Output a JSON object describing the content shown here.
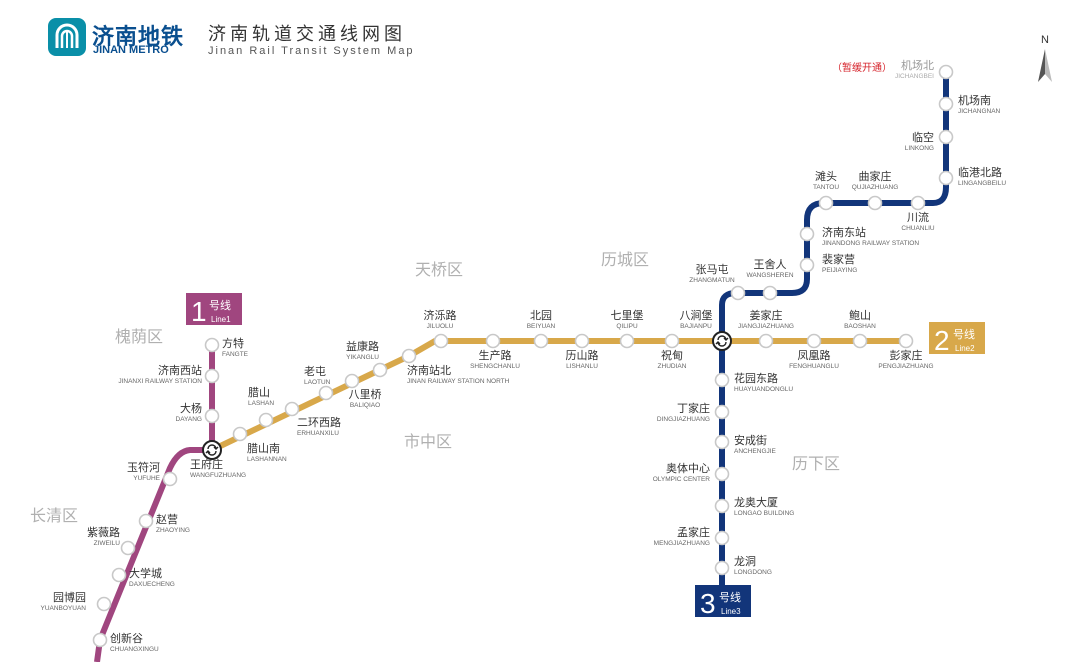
{
  "header": {
    "logo_cn": "济南地铁",
    "logo_en": "JINAN METRO",
    "title_cn": "济南轨道交通线网图",
    "title_en": "Jinan Rail Transit System Map",
    "compass": "N"
  },
  "colors": {
    "line1": "#a0467f",
    "line2": "#d8a84a",
    "line3": "#12357a",
    "district": "#b0b0b0",
    "suspended": "#d6242c"
  },
  "districts": [
    "槐荫区",
    "天桥区",
    "历城区",
    "市中区",
    "长清区",
    "历下区"
  ],
  "line_badges": [
    {
      "num": "1",
      "cn": "号线",
      "en": "Line1"
    },
    {
      "num": "2",
      "cn": "号线",
      "en": "Line2"
    },
    {
      "num": "3",
      "cn": "号线",
      "en": "Line3"
    }
  ],
  "suspended_note": "（暂缓开通）",
  "interchange_icon": "interchange-icon",
  "stations": [
    {
      "cn": "方特",
      "en": "FANGTE"
    },
    {
      "cn": "济南西站",
      "en": "JINANXI RAILWAY STATION"
    },
    {
      "cn": "大杨",
      "en": "DAYANG"
    },
    {
      "cn": "王府庄",
      "en": "WANGFUZHUANG"
    },
    {
      "cn": "玉符河",
      "en": "YUFUHE"
    },
    {
      "cn": "赵营",
      "en": "ZHAOYING"
    },
    {
      "cn": "紫薇路",
      "en": "ZIWEILU"
    },
    {
      "cn": "大学城",
      "en": "DAXUECHENG"
    },
    {
      "cn": "园博园",
      "en": "YUANBOYUAN"
    },
    {
      "cn": "创新谷",
      "en": "CHUANGXINGU"
    },
    {
      "cn": "腊山南",
      "en": "LASHANNAN"
    },
    {
      "cn": "腊山",
      "en": "LASHAN"
    },
    {
      "cn": "二环西路",
      "en": "ERHUANXILU"
    },
    {
      "cn": "老屯",
      "en": "LAOTUN"
    },
    {
      "cn": "八里桥",
      "en": "BALIQIAO"
    },
    {
      "cn": "益康路",
      "en": "YIKANGLU"
    },
    {
      "cn": "济南站北",
      "en": "JINAN RAILWAY STATION NORTH"
    },
    {
      "cn": "济泺路",
      "en": "JILUOLU"
    },
    {
      "cn": "生产路",
      "en": "SHENGCHANLU"
    },
    {
      "cn": "北园",
      "en": "BEIYUAN"
    },
    {
      "cn": "历山路",
      "en": "LISHANLU"
    },
    {
      "cn": "七里堡",
      "en": "QILIPU"
    },
    {
      "cn": "祝甸",
      "en": "ZHUDIAN"
    },
    {
      "cn": "八涧堡",
      "en": "BAJIANPU"
    },
    {
      "cn": "姜家庄",
      "en": "JIANGJIAZHUANG"
    },
    {
      "cn": "凤凰路",
      "en": "FENGHUANGLU"
    },
    {
      "cn": "鲍山",
      "en": "BAOSHAN"
    },
    {
      "cn": "彭家庄",
      "en": "PENGJIAZHUANG"
    },
    {
      "cn": "张马屯",
      "en": "ZHANGMATUN"
    },
    {
      "cn": "王舍人",
      "en": "WANGSHEREN"
    },
    {
      "cn": "裴家营",
      "en": "PEIJIAYING"
    },
    {
      "cn": "济南东站",
      "en": "JINANDONG RAILWAY STATION"
    },
    {
      "cn": "滩头",
      "en": "TANTOU"
    },
    {
      "cn": "曲家庄",
      "en": "QUJIAZHUANG"
    },
    {
      "cn": "川流",
      "en": "CHUANLIU"
    },
    {
      "cn": "临港北路",
      "en": "LINGANGBEILU"
    },
    {
      "cn": "临空",
      "en": "LINKONG"
    },
    {
      "cn": "机场南",
      "en": "JICHANGNAN"
    },
    {
      "cn": "机场北",
      "en": "JICHANGBEI"
    },
    {
      "cn": "花园东路",
      "en": "HUAYUANDONGLU"
    },
    {
      "cn": "丁家庄",
      "en": "DINGJIAZHUANG"
    },
    {
      "cn": "安成街",
      "en": "ANCHENGJIE"
    },
    {
      "cn": "奥体中心",
      "en": "OLYMPIC CENTER"
    },
    {
      "cn": "龙奥大厦",
      "en": "LONGAO BUILDING"
    },
    {
      "cn": "孟家庄",
      "en": "MENGJIAZHUANG"
    },
    {
      "cn": "龙洞",
      "en": "LONGDONG"
    }
  ]
}
